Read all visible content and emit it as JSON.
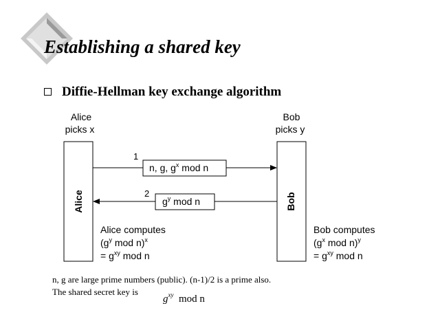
{
  "slide": {
    "title": "Establishing a shared key",
    "bullet": "Diffie-Hellman key exchange algorithm"
  },
  "diagram": {
    "alice_header": [
      "Alice",
      "picks x"
    ],
    "bob_header": [
      "Bob",
      "picks y"
    ],
    "alice_box_label": "Alice",
    "bob_box_label": "Bob",
    "message_1": {
      "step": "1",
      "content": "n, g, gx mod n"
    },
    "message_2": {
      "step": "2",
      "content": "gy mod n"
    },
    "alice_computes": [
      "Alice computes",
      "(gy mod n)x",
      "= gxy mod n"
    ],
    "bob_computes": [
      "Bob computes",
      "(gx mod n)y",
      "= gxy mod n"
    ]
  },
  "notes": {
    "line_1": "n, g are large prime numbers (public). (n-1)/2 is a prime also.",
    "line_2": "The shared secret key is",
    "formula": {
      "base": "g",
      "exponent": "xy",
      "suffix": "mod n"
    }
  }
}
